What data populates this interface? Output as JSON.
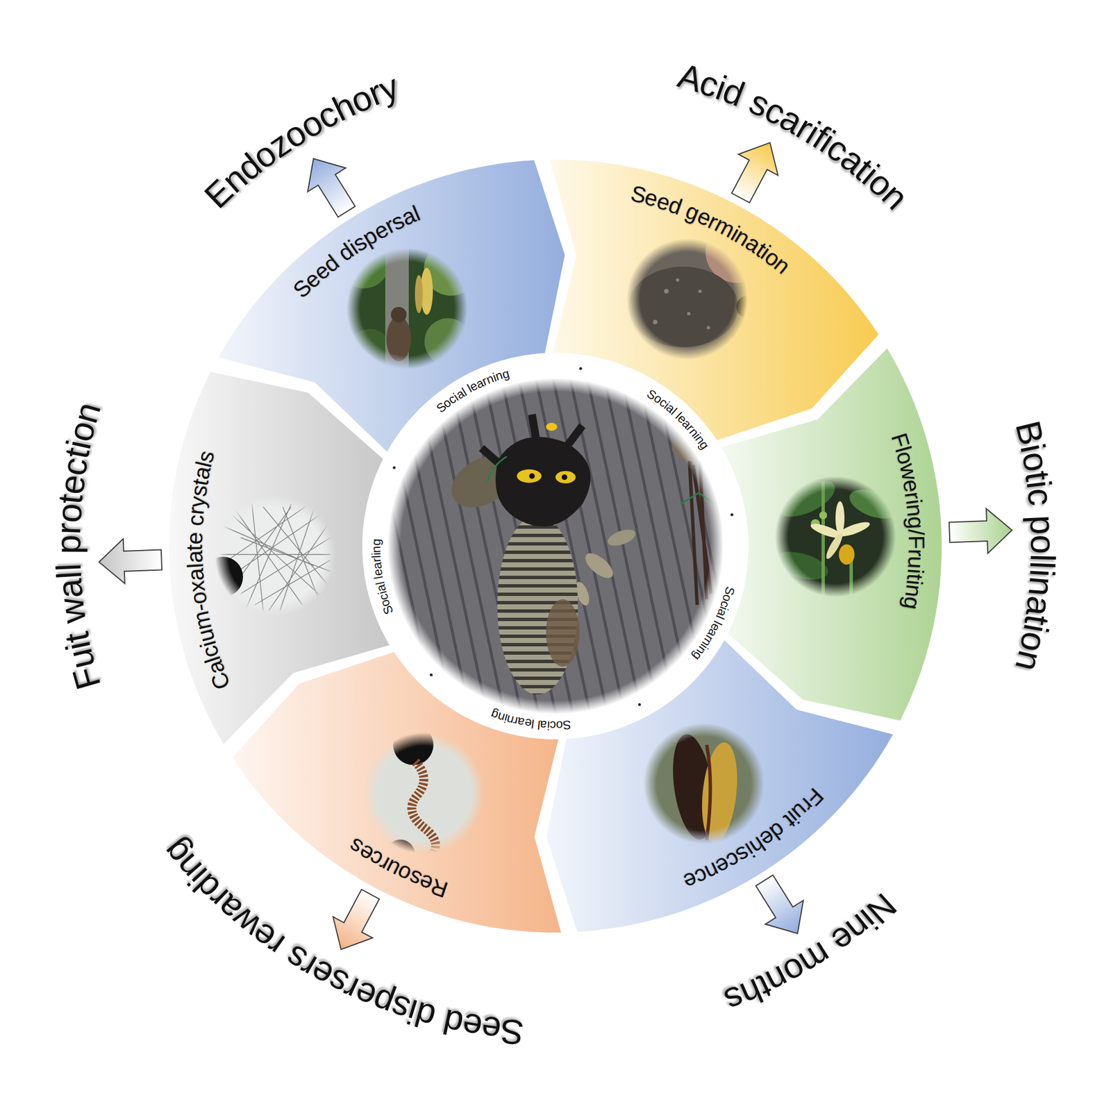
{
  "diagram": {
    "nodes": [
      {
        "text": [
          "Social learning",
          "Social learning",
          "Social learning",
          "Social learning",
          "Social learling"
        ]
      },
      {
        "text": [
          "Seed dispersal"
        ]
      },
      {
        "text": [
          "Seed germination"
        ]
      },
      {
        "text": [
          "Flowering/Fruiting"
        ]
      },
      {
        "text": [
          "Fruit dehiscence"
        ]
      },
      {
        "text": [
          "Resources"
        ]
      },
      {
        "text": [
          "Calcium-oxalate crystals"
        ]
      },
      {
        "text": [
          "Endozoochory"
        ]
      },
      {
        "text": [
          "Acid scarification"
        ]
      },
      {
        "text": [
          "Biotic pollination"
        ]
      },
      {
        "text": [
          "Nine months"
        ]
      },
      {
        "text": [
          "Seed dispersers rewarding"
        ]
      },
      {
        "text": [
          "Fuit wall protection"
        ]
      }
    ],
    "edges": [
      {
        "from": 1,
        "to": 7,
        "arrow": "to"
      },
      {
        "from": 2,
        "to": 8,
        "arrow": "to"
      },
      {
        "from": 3,
        "to": 9,
        "arrow": "to"
      },
      {
        "from": 4,
        "to": 10,
        "arrow": "to"
      },
      {
        "from": 5,
        "to": 11,
        "arrow": "to"
      },
      {
        "from": 6,
        "to": 12,
        "arrow": "to"
      }
    ]
  }
}
